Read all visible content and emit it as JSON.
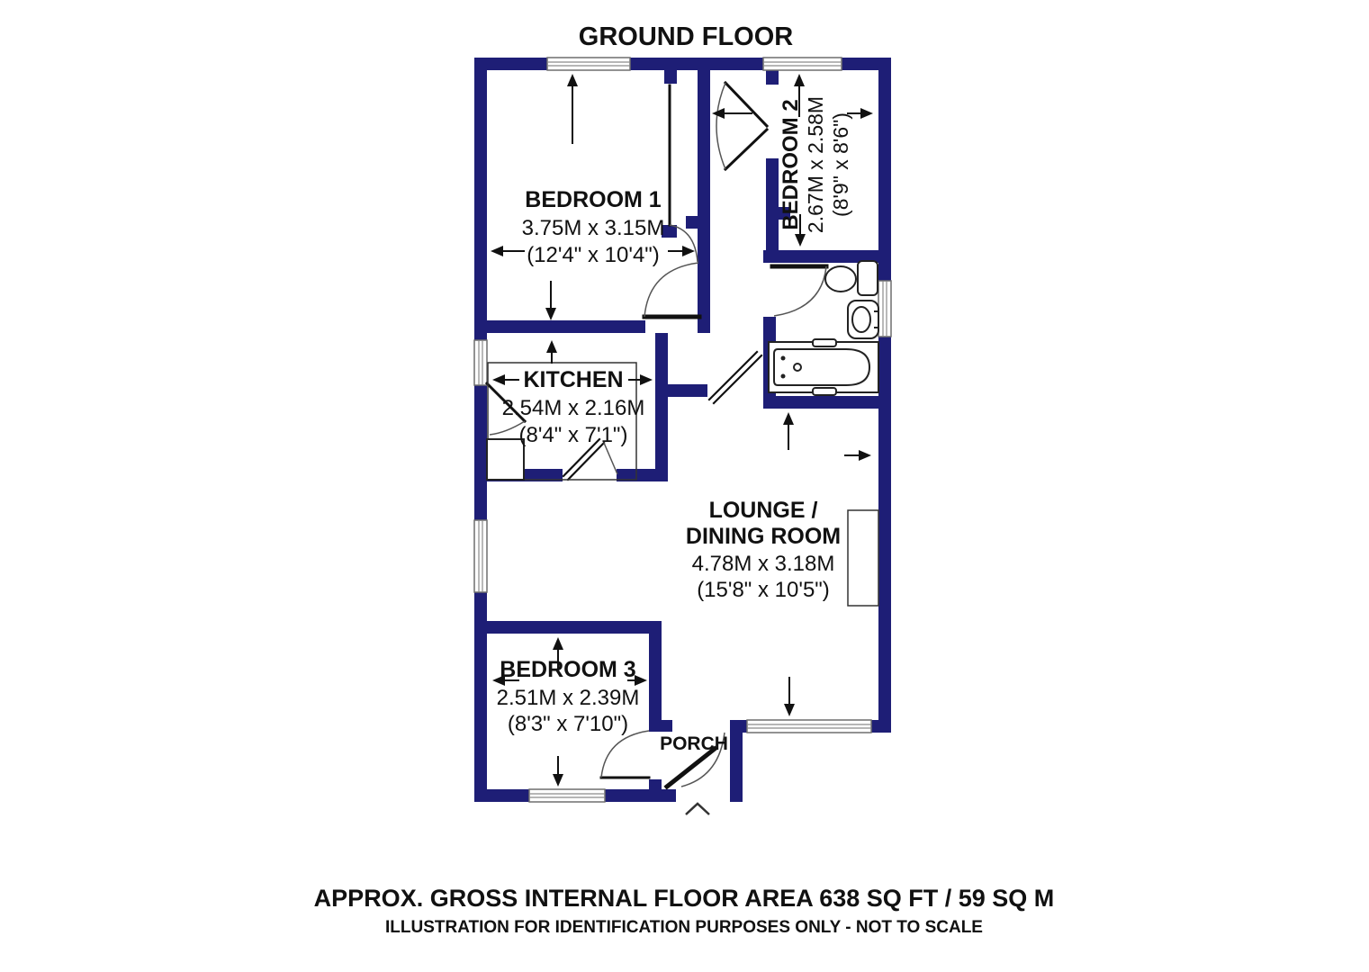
{
  "title": "GROUND FLOOR",
  "colors": {
    "wall": "#1e1e76",
    "line": "#111111",
    "window_frame": "#8a8a8a"
  },
  "rooms": {
    "bedroom1": {
      "name": "BEDROOM 1",
      "metric": "3.75M x 3.15M",
      "imperial": "(12'4\" x 10'4\")"
    },
    "bedroom2": {
      "name": "BEDROOM 2",
      "metric": "2.67M x 2.58M",
      "imperial": "(8'9\" x 8'6\")"
    },
    "kitchen": {
      "name": "KITCHEN",
      "metric": "2.54M x 2.16M",
      "imperial": "(8'4\" x 7'1\")"
    },
    "lounge": {
      "name_line1": "LOUNGE /",
      "name_line2": "DINING ROOM",
      "metric": "4.78M x 3.18M",
      "imperial": "(15'8\" x 10'5\")"
    },
    "bedroom3": {
      "name": "BEDROOM 3",
      "metric": "2.51M x 2.39M",
      "imperial": "(8'3\" x 7'10\")"
    },
    "porch": {
      "name": "PORCH"
    }
  },
  "fixtures": [
    "toilet",
    "sink",
    "bathtub",
    "kitchen-counter",
    "fireplace"
  ],
  "footer": {
    "line1": "APPROX. GROSS INTERNAL FLOOR AREA 638 SQ FT / 59 SQ M",
    "line2": "ILLUSTRATION FOR IDENTIFICATION PURPOSES ONLY - NOT TO SCALE"
  }
}
